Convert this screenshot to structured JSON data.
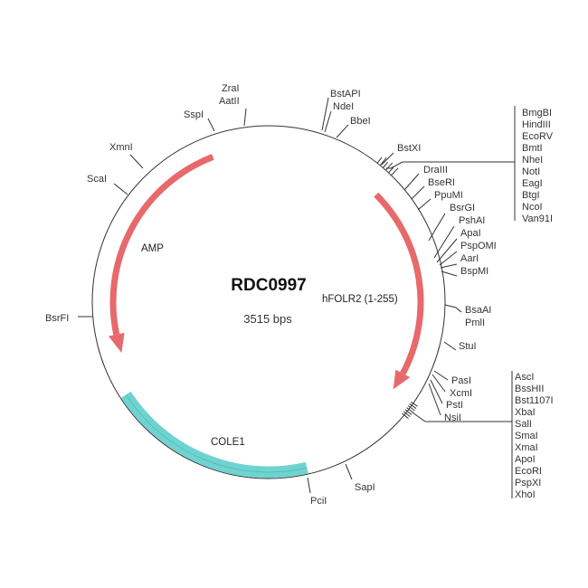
{
  "plasmid": {
    "name": "RDC0997",
    "size": "3515 bps"
  },
  "features": [
    {
      "label": "AMP",
      "color": "#e8696b",
      "direction": "counterclockwise"
    },
    {
      "label": "hFOLR2 (1-255)",
      "color": "#e8696b",
      "direction": "clockwise"
    },
    {
      "label": "COLE1",
      "color": "#6fd3d0"
    }
  ],
  "sites": [
    "ZraI",
    "AatII",
    "SspI",
    "XmnI",
    "ScaI",
    "BsrFI",
    "BstAPI",
    "NdeI",
    "BbeI",
    "BstXI",
    "DraIII",
    "BseRI",
    "PpuMI",
    "BsrGI",
    "PshAI",
    "ApaI",
    "PspOMI",
    "AarI",
    "BspMI",
    "BsaAI",
    "PmlI",
    "StuI",
    "PasI",
    "XcmI",
    "PstI",
    "NsiI",
    "SapI",
    "PciI"
  ],
  "mcs1": [
    "BmgBI",
    "HindIII",
    "EcoRV",
    "BmtI",
    "NheI",
    "NotI",
    "EagI",
    "BtgI",
    "NcoI",
    "Van91I"
  ],
  "mcs2": [
    "AscI",
    "BssHII",
    "Bst1107I",
    "XbaI",
    "SalI",
    "SmaI",
    "XmaI",
    "ApoI",
    "EcoRI",
    "PspXI",
    "XhoI"
  ]
}
